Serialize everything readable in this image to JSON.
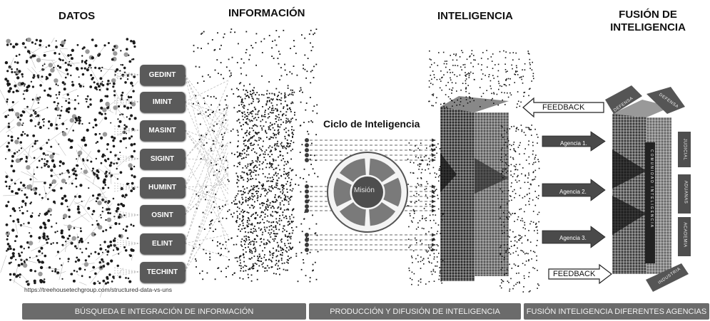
{
  "stages": {
    "datos": "DATOS",
    "informacion": "INFORMACIÓN",
    "inteligencia": "INTELIGENCIA",
    "fusion_line1": "FUSIÓN DE",
    "fusion_line2": "INTELIGENCIA"
  },
  "sources": [
    "GEDINT",
    "IMINT",
    "MASINT",
    "SIGINT",
    "HUMINT",
    "OSINT",
    "ELINT",
    "TECHINT"
  ],
  "url": "https://treehousetechgroup.com/structured-data-vs-uns",
  "cycle": {
    "title": "Ciclo de Inteligencia",
    "center": "Misión"
  },
  "feedback": {
    "top": "FEEDBACK",
    "bottom": "FEEDBACK"
  },
  "agencies": [
    "Agencia 1.",
    "Agencia 2.",
    "Agencia 3."
  ],
  "fusion_sides": {
    "top_left": "DEFENSA",
    "top_right": "DEFENSA",
    "right_1": "JUDICIAL",
    "right_2": "ADUANAS",
    "right_3": "ACADEMIA",
    "bottom": "INDUSTRIA",
    "center": "COMUNIDAD INTELIGENCIA"
  },
  "bottom_bars": {
    "left": "BÚSQUEDA E INTEGRACIÓN DE INFORMACIÓN",
    "middle": "PRODUCCIÓN Y DIFUSIÓN DE INTELIGENCIA",
    "right": "FUSIÓN INTELIGENCIA DIFERENTES AGENCIAS"
  }
}
